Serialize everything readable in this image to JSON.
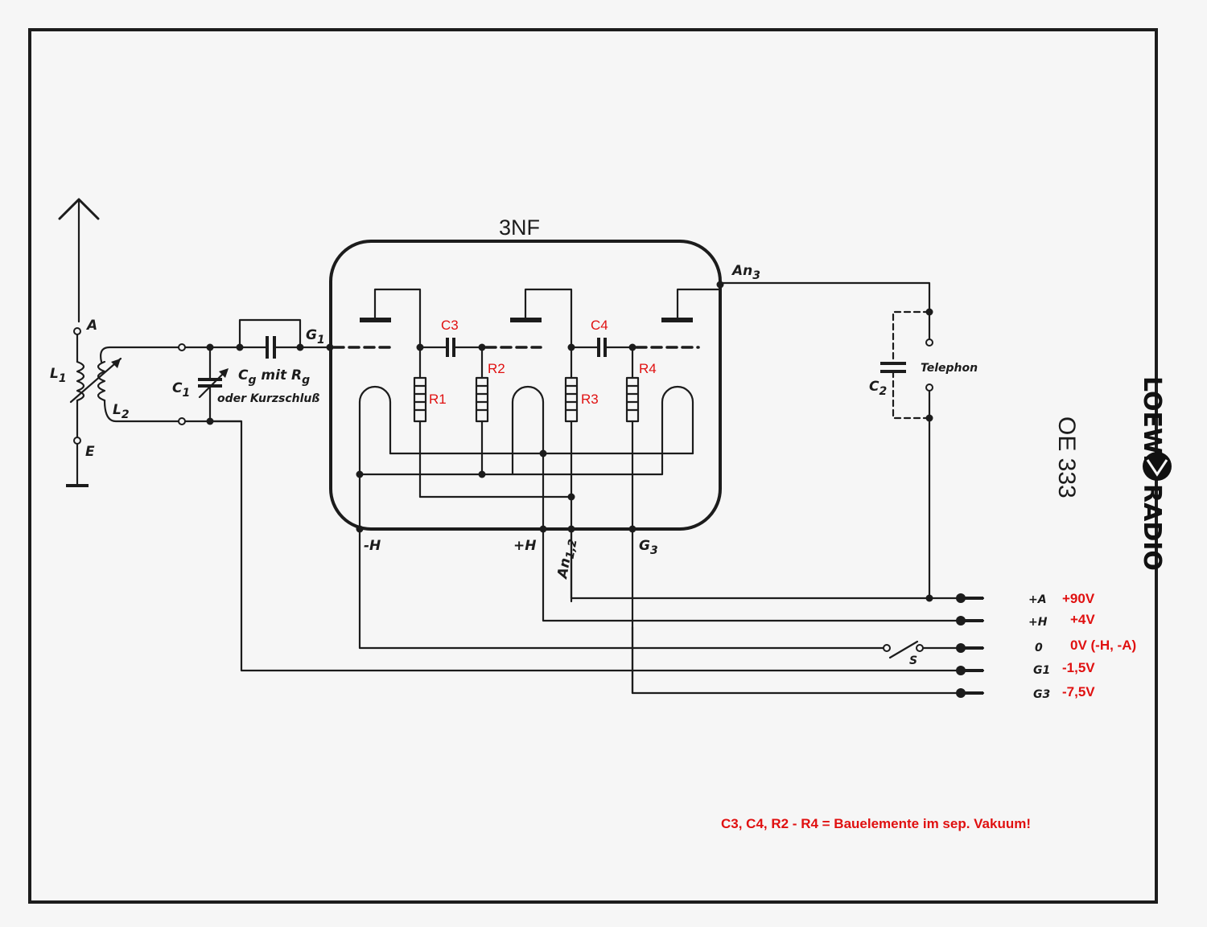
{
  "tube_name": "3NF",
  "model": "OE 333",
  "logo": {
    "left": "LOEWE",
    "right": "RADIO"
  },
  "antenna": {
    "a": "A",
    "e": "E",
    "l1": "L",
    "l1_sub": "1",
    "l2": "L",
    "l2_sub": "2"
  },
  "tuning": {
    "c1": "C",
    "c1_sub": "1"
  },
  "grid_cap": {
    "line1_c": "C",
    "line1_sub": "g",
    "line1_rest": " mit R",
    "line1_sub2": "g",
    "line2": "oder Kurzschluß",
    "g1": "G",
    "g1_sub": "1"
  },
  "anode": {
    "an3": "An",
    "an3_sub": "3"
  },
  "pins": {
    "minus_h": "-H",
    "plus_h": "+H",
    "an12": "An",
    "an12_sub": "1,2",
    "g3": "G",
    "g3_sub": "3"
  },
  "components": {
    "c3": "C3",
    "c4": "C4",
    "r1": "R1",
    "r2": "R2",
    "r3": "R3",
    "r4": "R4"
  },
  "telephone": {
    "label": "Telephon",
    "c2": "C",
    "c2_sub": "2"
  },
  "switch": {
    "s": "S"
  },
  "supply": [
    {
      "terminal": "+A",
      "voltage": "+90V"
    },
    {
      "terminal": "+H",
      "voltage": "+4V"
    },
    {
      "terminal": "0",
      "voltage": "0V (-H, -A)"
    },
    {
      "terminal": "G1",
      "voltage": "-1,5V"
    },
    {
      "terminal": "G3",
      "voltage": "-7,5V"
    }
  ],
  "note": "C3, C4, R2 - R4 = Bauelemente im sep. Vakuum!",
  "colors": {
    "ink": "#1c1c1c",
    "annotation": "#e01010",
    "paper": "#f6f6f6"
  }
}
